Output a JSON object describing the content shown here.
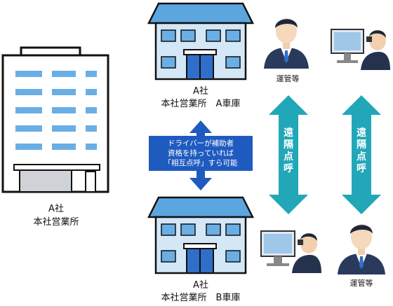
{
  "hq": {
    "name": "A社",
    "office": "本社営業所"
  },
  "garage_a": {
    "name": "A社",
    "office": "本社営業所　A車庫"
  },
  "garage_b": {
    "name": "A社",
    "office": "本社営業所　B車庫"
  },
  "note": "ドライバーが補助者\n資格を持っていれば\n「相互点呼」すら可能",
  "remote_label": "遠隔点呼",
  "operator_label": "運管等",
  "colors": {
    "window": "#6aaee6",
    "roof": "#5ca6e0",
    "facade": "#d3e7f7",
    "door": "#2f6fc9",
    "arrow_teal": "#21a7b8",
    "arrow_blue": "#1f5bbf",
    "suit": "#2a3a5c"
  },
  "icons": {
    "building": "office-building-icon",
    "garage": "garage-building-icon",
    "operator": "operator-person-icon",
    "driver": "driver-at-screen-icon"
  }
}
